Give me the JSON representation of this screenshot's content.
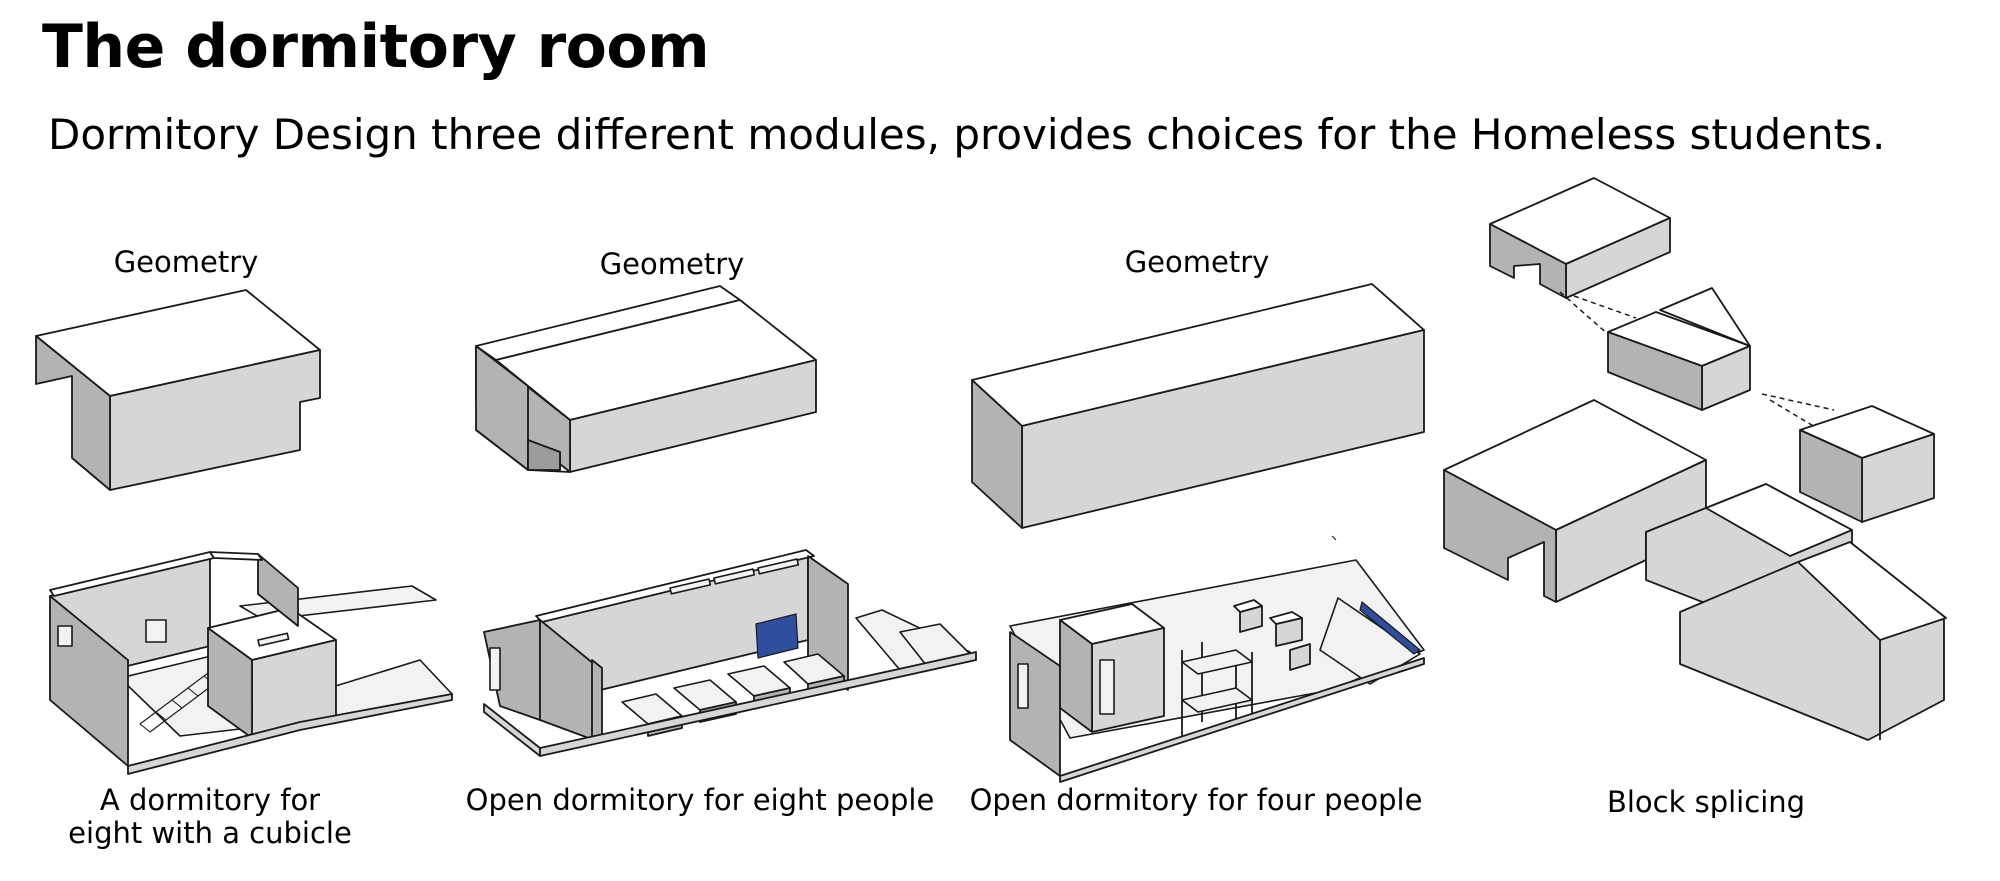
{
  "header": {
    "title": "The dormitory room",
    "subtitle": "Dormitory Design three different modules, provides choices for the Homeless students."
  },
  "modules": [
    {
      "geometry_label": "Geometry",
      "caption_line1": "A dormitory for",
      "caption_line2": "eight with a cubicle"
    },
    {
      "geometry_label": "Geometry",
      "caption_line1": "Open dormitory for eight people"
    },
    {
      "geometry_label": "Geometry",
      "caption_line1": "Open dormitory for four people"
    }
  ],
  "splicing": {
    "caption": "Block splicing"
  },
  "colors": {
    "accent_blue": "#2f4f9e",
    "face_light": "#d6d6d6",
    "face_dark": "#b3b3b3"
  }
}
